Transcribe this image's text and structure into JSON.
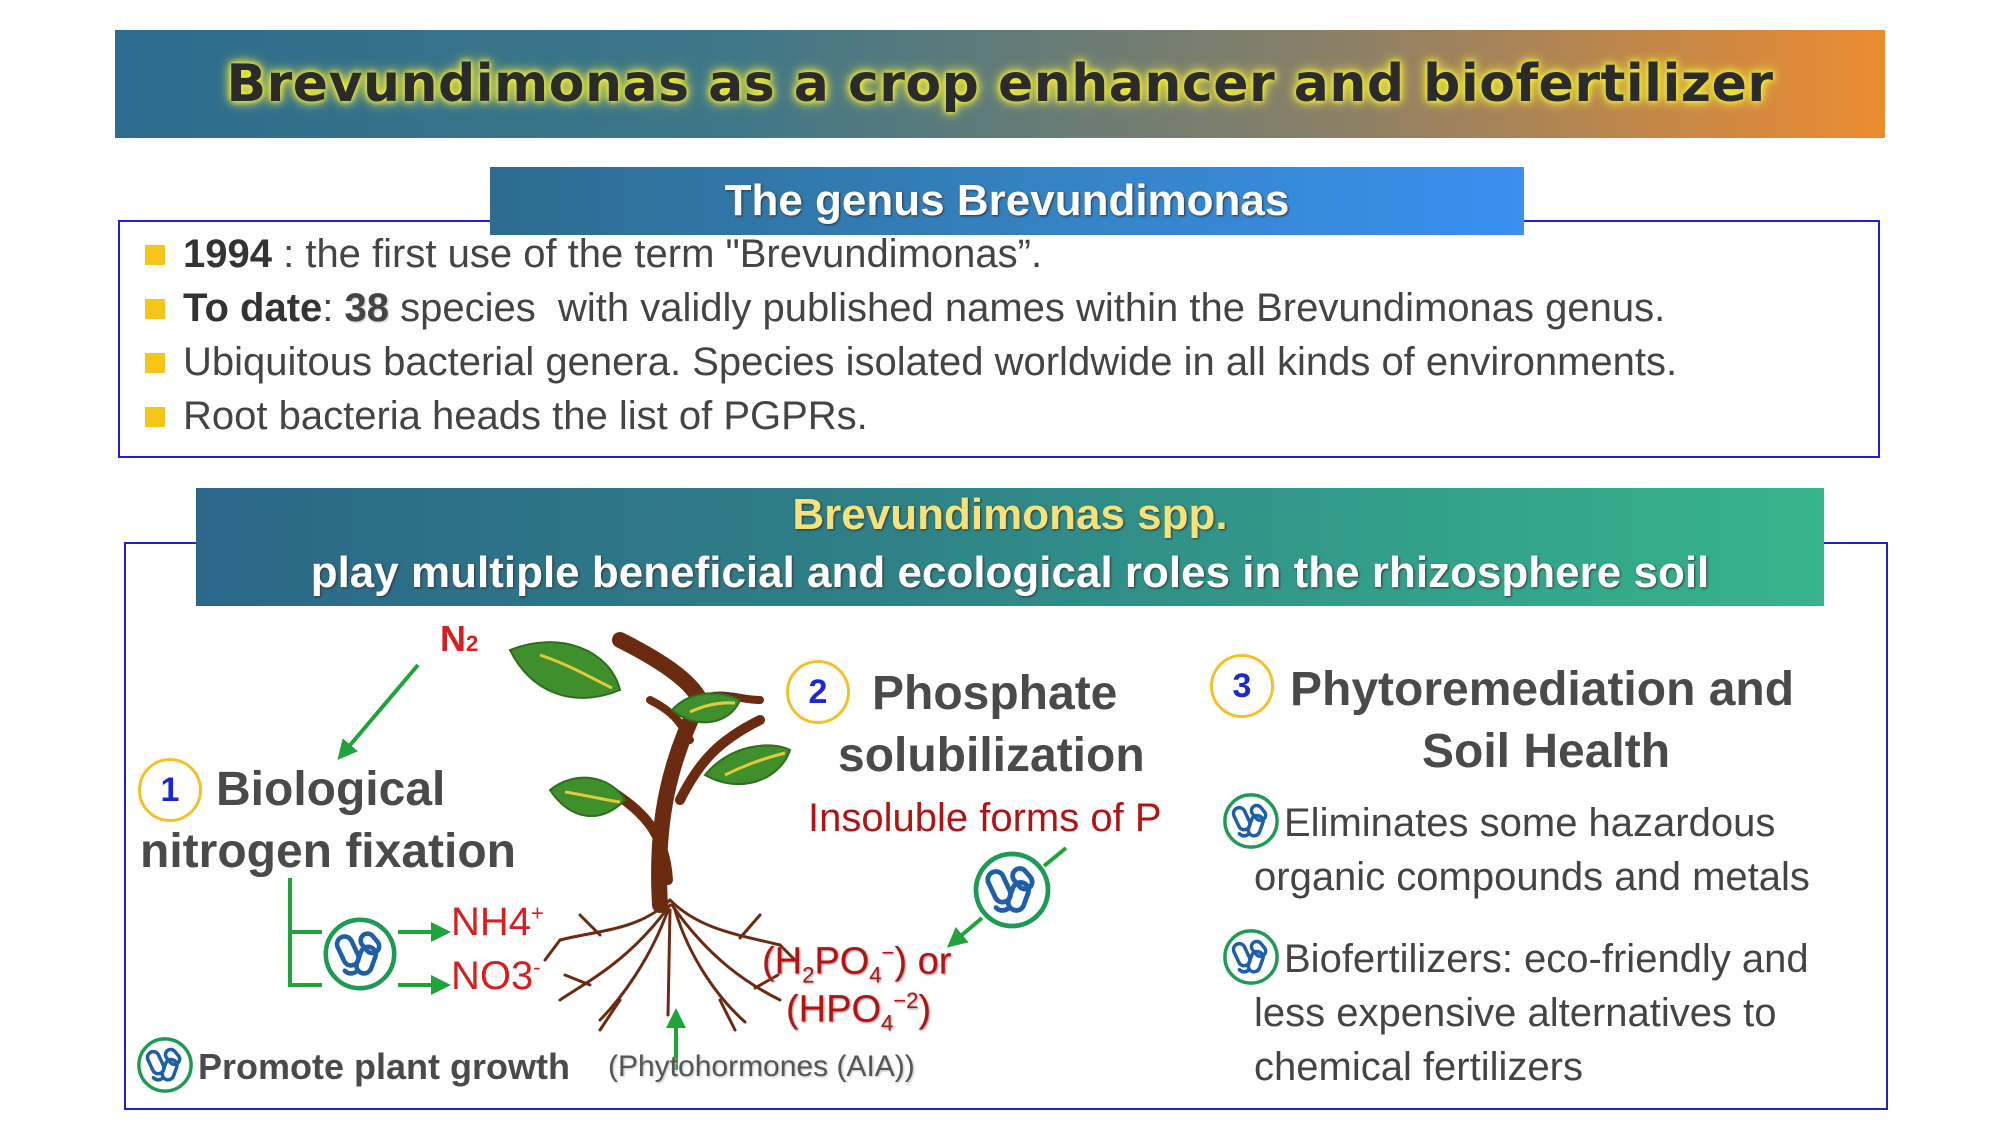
{
  "title": "Brevundimonas as a crop enhancer and biofertilizer",
  "genus": {
    "header": "The genus Brevundimonas",
    "bullets": [
      {
        "bold": "1994",
        "text": " : the first use of the term \"Brevundimonas”."
      },
      {
        "bold": "To date",
        "mid": ": ",
        "number": "38",
        "text": " species  with validly published names within the Brevundimonas genus."
      },
      {
        "text": "Ubiquitous bacterial genera. Species isolated worldwide in all kinds of environments."
      },
      {
        "text": "Root bacteria heads the list of PGPRs."
      }
    ]
  },
  "roles": {
    "header_line1": "Brevundimonas spp.",
    "header_line2": "play multiple beneficial and ecological roles in the rhizosphere soil",
    "role1": {
      "number": "1",
      "title_line1": "Biological",
      "title_line2": "nitrogen fixation",
      "n2": "N",
      "n2_sub": "2",
      "nh4": "NH4",
      "nh4_sup": "+",
      "no3": "NO3",
      "no3_sup": "-"
    },
    "role2": {
      "number": "2",
      "title_line1": "Phosphate",
      "title_line2": "solubilization",
      "insoluble": "Insoluble forms of P",
      "h2po4_a": "(H",
      "h2po4_s1": "2",
      "h2po4_b": "PO",
      "h2po4_s2": "4",
      "h2po4_sup": "−",
      "h2po4_c": ") or",
      "hpo4_a": "(HPO",
      "hpo4_s": "4",
      "hpo4_sup": "−2",
      "hpo4_c": ")"
    },
    "role3": {
      "number": "3",
      "title_line1": "Phytoremediation and",
      "title_line2": "Soil Health",
      "item1_line1": "Eliminates some hazardous",
      "item1_line2": "organic compounds and metals",
      "item2_line1": "Biofertilizers: eco-friendly and",
      "item2_line2": "less expensive alternatives to",
      "item2_line3": "chemical fertilizers"
    },
    "growth_label": "Promote plant growth",
    "phytohormones": "(Phytohormones (AIA))"
  },
  "colors": {
    "accent_yellow": "#f5c518",
    "border_blue": "#2020d0",
    "red": "#b01515",
    "arrow_green": "#1fa33a"
  }
}
